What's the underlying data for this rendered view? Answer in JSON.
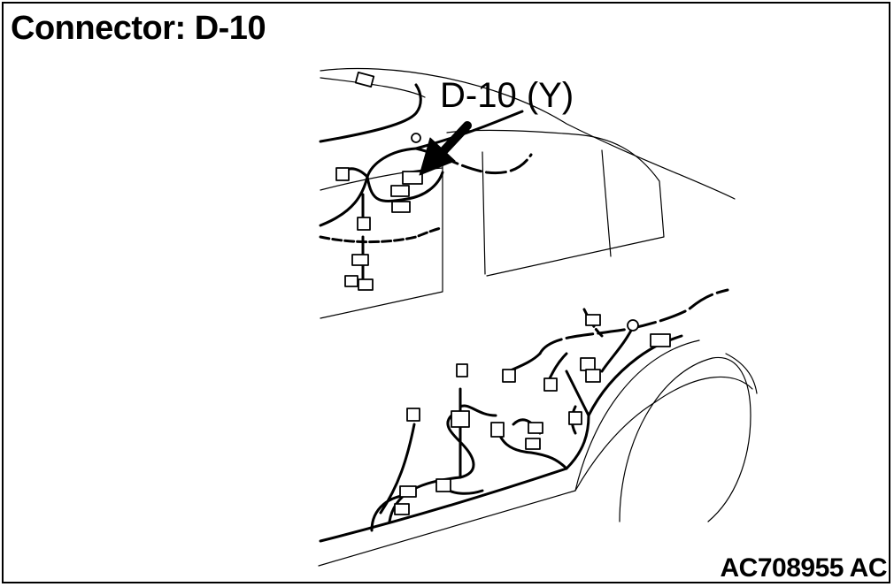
{
  "diagram": {
    "title": "Connector: D-10",
    "callout_label": "D-10 (Y)",
    "reference_code": "AC708955 AC"
  },
  "colors": {
    "line": "#000000",
    "background": "#ffffff"
  }
}
